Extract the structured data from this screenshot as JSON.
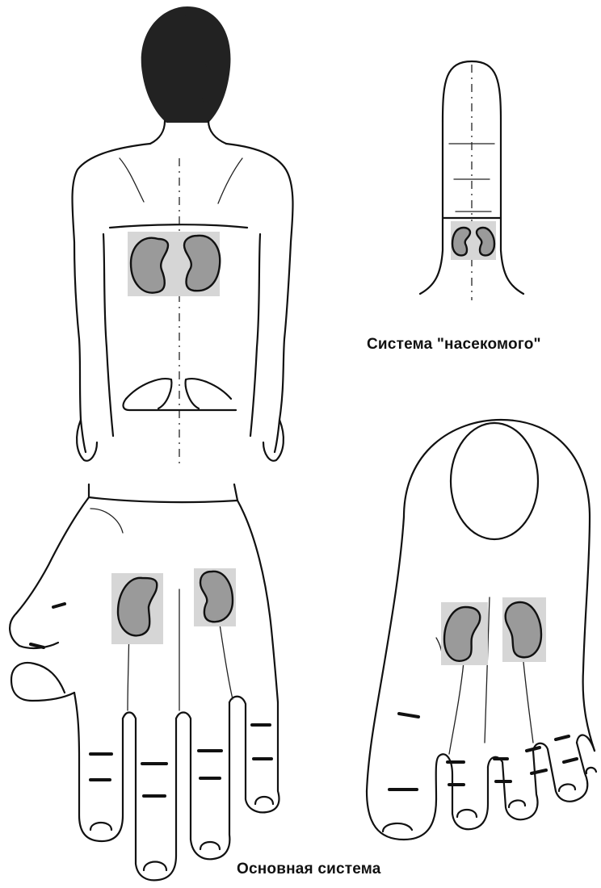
{
  "captions": {
    "insect_system": "Система \"насекомого\"",
    "main_system": "Основная система"
  },
  "colors": {
    "line": "#111111",
    "zone_highlight": "#d6d6d6",
    "kidney_fill": "#9a9a9a"
  },
  "figures": [
    "back-figure",
    "finger-figure",
    "hand-figure",
    "foot-figure"
  ]
}
